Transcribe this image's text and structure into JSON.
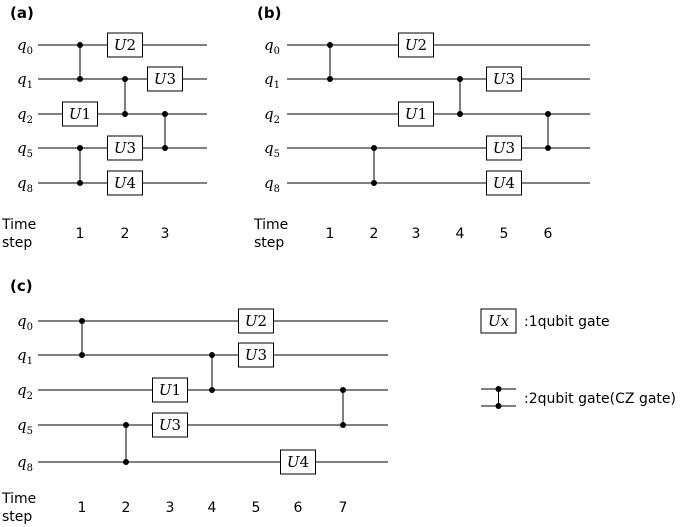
{
  "panels": [
    {
      "label": "(a)",
      "time_label_1": "Time",
      "time_label_2": "step",
      "qubits": [
        {
          "name": "q",
          "sub": "0"
        },
        {
          "name": "q",
          "sub": "1"
        },
        {
          "name": "q",
          "sub": "2"
        },
        {
          "name": "q",
          "sub": "5"
        },
        {
          "name": "q",
          "sub": "8"
        }
      ],
      "time_steps": [
        "1",
        "2",
        "3"
      ],
      "gates": [
        {
          "kind": "single",
          "qubit": 0,
          "step": 2,
          "label": "U",
          "num": "2"
        },
        {
          "kind": "single",
          "qubit": 1,
          "step": 3,
          "label": "U",
          "num": "3"
        },
        {
          "kind": "single",
          "qubit": 2,
          "step": 1,
          "label": "U",
          "num": "1"
        },
        {
          "kind": "single",
          "qubit": 3,
          "step": 2,
          "label": "U",
          "num": "3"
        },
        {
          "kind": "single",
          "qubit": 4,
          "step": 2,
          "label": "U",
          "num": "4"
        },
        {
          "kind": "cz",
          "qubits": [
            0,
            1
          ],
          "step": 1
        },
        {
          "kind": "cz",
          "qubits": [
            3,
            4
          ],
          "step": 1
        },
        {
          "kind": "cz",
          "qubits": [
            1,
            2
          ],
          "step": 2
        },
        {
          "kind": "cz",
          "qubits": [
            2,
            3
          ],
          "step": 3
        }
      ]
    },
    {
      "label": "(b)",
      "time_label_1": "Time",
      "time_label_2": "step",
      "qubits": [
        {
          "name": "q",
          "sub": "0"
        },
        {
          "name": "q",
          "sub": "1"
        },
        {
          "name": "q",
          "sub": "2"
        },
        {
          "name": "q",
          "sub": "5"
        },
        {
          "name": "q",
          "sub": "8"
        }
      ],
      "time_steps": [
        "1",
        "2",
        "3",
        "4",
        "5",
        "6"
      ],
      "gates": [
        {
          "kind": "cz",
          "qubits": [
            0,
            1
          ],
          "step": 1
        },
        {
          "kind": "cz",
          "qubits": [
            3,
            4
          ],
          "step": 2
        },
        {
          "kind": "single",
          "qubit": 0,
          "step": 3,
          "label": "U",
          "num": "2"
        },
        {
          "kind": "single",
          "qubit": 2,
          "step": 3,
          "label": "U",
          "num": "1"
        },
        {
          "kind": "cz",
          "qubits": [
            1,
            2
          ],
          "step": 4
        },
        {
          "kind": "single",
          "qubit": 1,
          "step": 5,
          "label": "U",
          "num": "3"
        },
        {
          "kind": "single",
          "qubit": 3,
          "step": 5,
          "label": "U",
          "num": "3"
        },
        {
          "kind": "single",
          "qubit": 4,
          "step": 5,
          "label": "U",
          "num": "4"
        },
        {
          "kind": "cz",
          "qubits": [
            2,
            3
          ],
          "step": 6
        }
      ]
    },
    {
      "label": "(c)",
      "time_label_1": "Time",
      "time_label_2": "step",
      "qubits": [
        {
          "name": "q",
          "sub": "0"
        },
        {
          "name": "q",
          "sub": "1"
        },
        {
          "name": "q",
          "sub": "2"
        },
        {
          "name": "q",
          "sub": "5"
        },
        {
          "name": "q",
          "sub": "8"
        }
      ],
      "time_steps": [
        "1",
        "2",
        "3",
        "4",
        "5",
        "6",
        "7"
      ],
      "gates": [
        {
          "kind": "cz",
          "qubits": [
            0,
            1
          ],
          "step": 1
        },
        {
          "kind": "cz",
          "qubits": [
            3,
            4
          ],
          "step": 2
        },
        {
          "kind": "single",
          "qubit": 2,
          "step": 3,
          "label": "U",
          "num": "1"
        },
        {
          "kind": "single",
          "qubit": 3,
          "step": 3,
          "label": "U",
          "num": "3"
        },
        {
          "kind": "cz",
          "qubits": [
            1,
            2
          ],
          "step": 4
        },
        {
          "kind": "single",
          "qubit": 0,
          "step": 5,
          "label": "U",
          "num": "2"
        },
        {
          "kind": "single",
          "qubit": 1,
          "step": 5,
          "label": "U",
          "num": "3"
        },
        {
          "kind": "single",
          "qubit": 4,
          "step": 6,
          "label": "U",
          "num": "4"
        },
        {
          "kind": "cz",
          "qubits": [
            2,
            3
          ],
          "step": 7
        }
      ]
    }
  ],
  "legend": {
    "single_gate_box": "Ux",
    "single_gate_text": ":1qubit gate",
    "two_gate_text": ":2qubit gate(CZ gate)"
  }
}
